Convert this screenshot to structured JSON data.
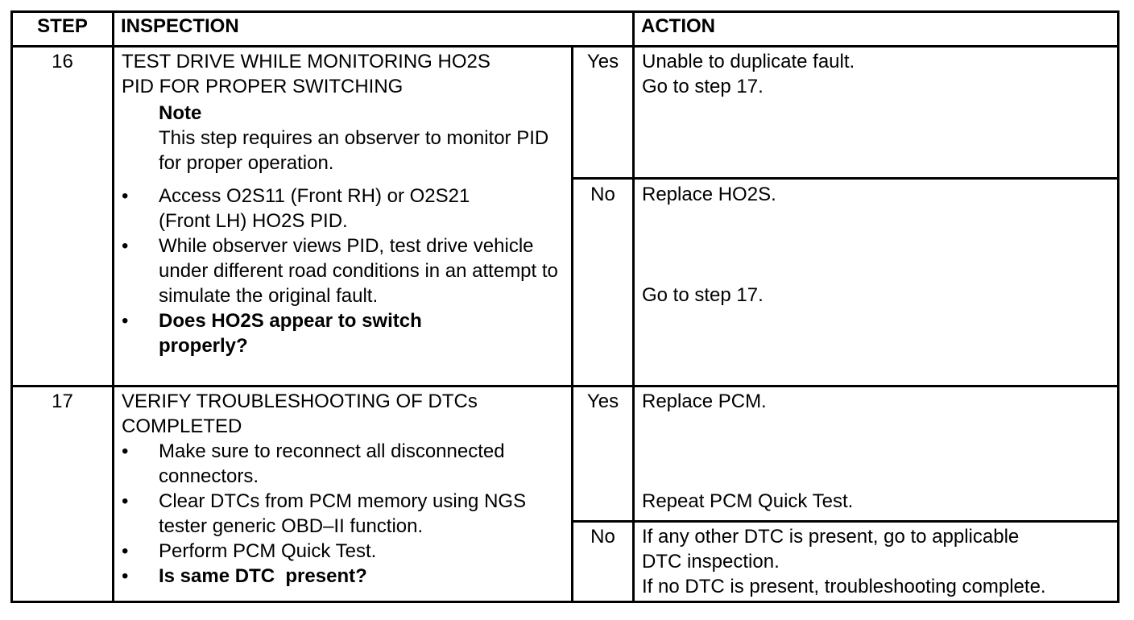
{
  "header": {
    "step": "STEP",
    "inspection": "INSPECTION",
    "action": "ACTION"
  },
  "rows": [
    {
      "step": "16",
      "title_lines": [
        "TEST DRIVE WHILE MONITORING HO2S",
        "PID FOR PROPER SWITCHING"
      ],
      "note_label": "Note",
      "note_text": "This step requires an observer to monitor PID for proper operation.",
      "bullets": [
        "Access O2S11 (Front RH) or O2S21 (Front LH) HO2S PID.",
        "While observer views PID, test drive vehicle under different road conditions in an attempt to simulate the original fault."
      ],
      "question": "Does HO2S appear to switch properly?",
      "yes_label": "Yes",
      "yes_action": [
        "Unable to duplicate fault.",
        "Go to step 17."
      ],
      "no_label": "No",
      "no_action": [
        "Replace HO2S.",
        "Go to step 17."
      ]
    },
    {
      "step": "17",
      "title_lines": [
        "VERIFY TROUBLESHOOTING OF DTCs",
        "COMPLETED"
      ],
      "bullets": [
        "Make sure to reconnect all disconnected connectors.",
        "Clear DTCs from PCM memory using NGS tester generic OBD–II function.",
        "Perform PCM Quick Test."
      ],
      "question": "Is same DTC  present?",
      "yes_label": "Yes",
      "yes_action": [
        "Replace PCM.",
        "Repeat PCM Quick Test."
      ],
      "no_label": "No",
      "no_action": [
        "If any other DTC is present, go to applicable",
        "DTC inspection.",
        "If no DTC is present, troubleshooting complete."
      ]
    }
  ]
}
